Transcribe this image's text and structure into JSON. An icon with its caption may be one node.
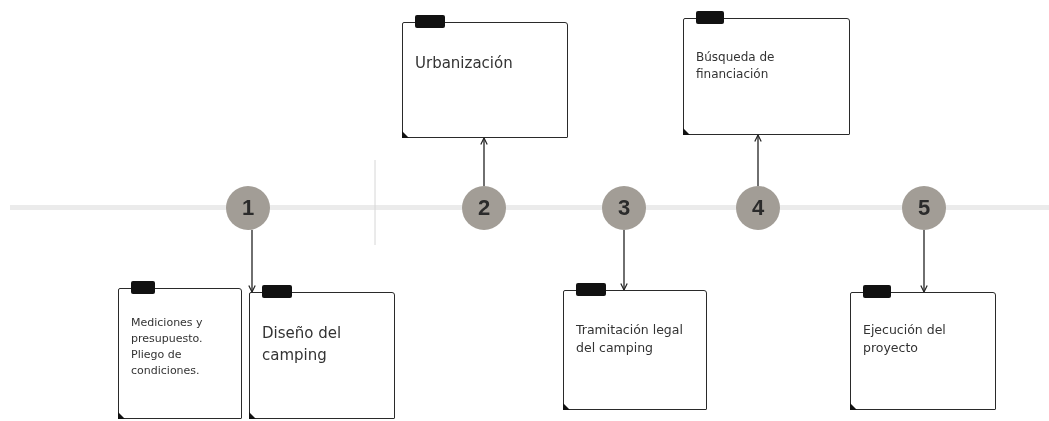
{
  "diagram": {
    "nodes": [
      {
        "text": [
          "Urbanización"
        ]
      },
      {
        "text": [
          "Búsqueda de financiación"
        ]
      },
      {
        "text": [
          "1"
        ]
      },
      {
        "text": [
          "2"
        ]
      },
      {
        "text": [
          "3"
        ]
      },
      {
        "text": [
          "4"
        ]
      },
      {
        "text": [
          "5"
        ]
      },
      {
        "text": [
          "Mediciones y presupuesto. Pliego de condiciones."
        ]
      },
      {
        "text": [
          "Diseño del camping"
        ]
      },
      {
        "text": [
          "Tramitación legal del camping"
        ]
      },
      {
        "text": [
          "Ejecución del proyecto"
        ]
      }
    ],
    "edges": [
      {
        "from": 2,
        "to": 8,
        "arrow": "to"
      },
      {
        "from": 3,
        "to": 0,
        "arrow": "to"
      },
      {
        "from": 4,
        "to": 9,
        "arrow": "to"
      },
      {
        "from": 5,
        "to": 1,
        "arrow": "to"
      },
      {
        "from": 6,
        "to": 10,
        "arrow": "to"
      }
    ]
  }
}
